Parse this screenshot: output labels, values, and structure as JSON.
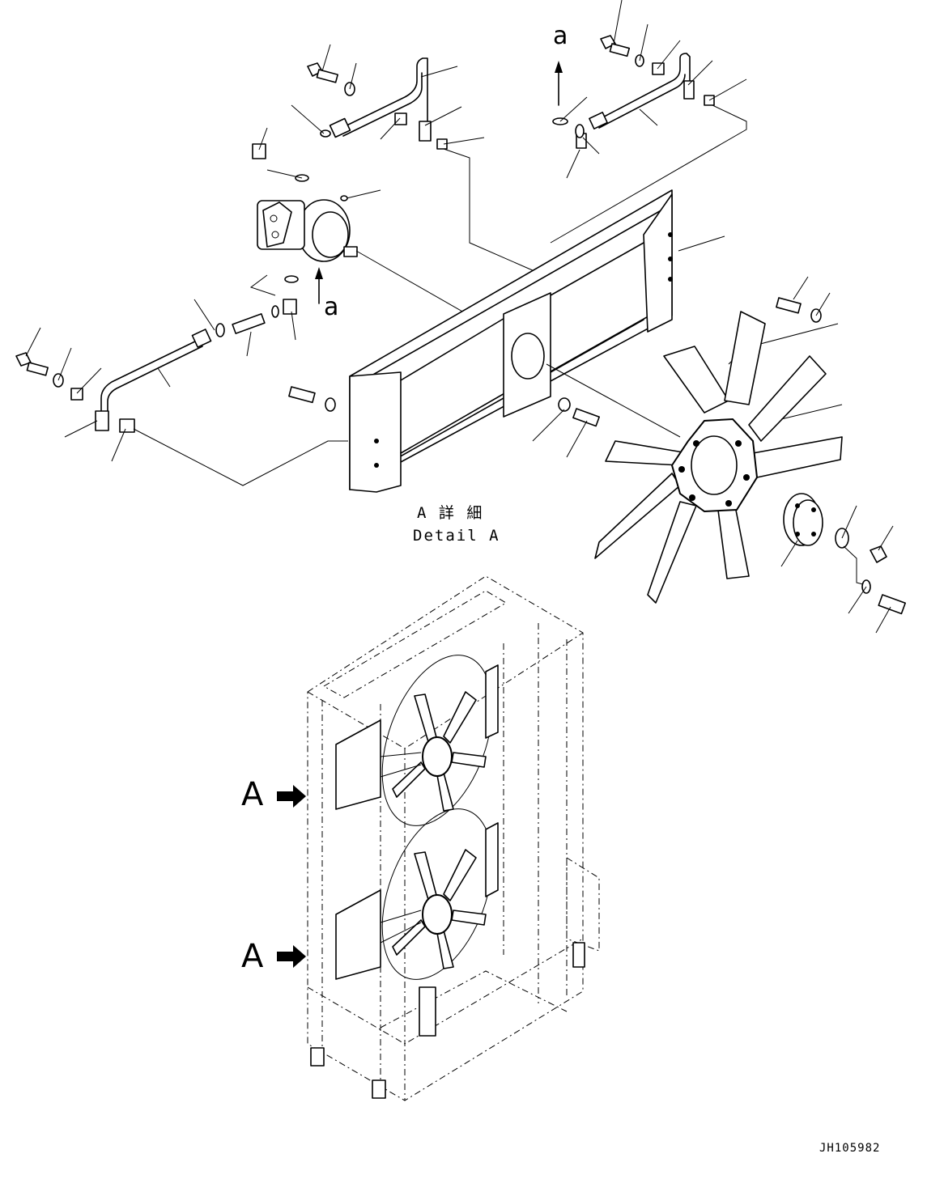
{
  "detail_caption": {
    "japanese": "A 詳 細",
    "english": "Detail A"
  },
  "view_markers": {
    "upper": "A",
    "lower": "A"
  },
  "connection_markers": {
    "top": "a",
    "motor": "a"
  },
  "drawing_code": "JH105982"
}
